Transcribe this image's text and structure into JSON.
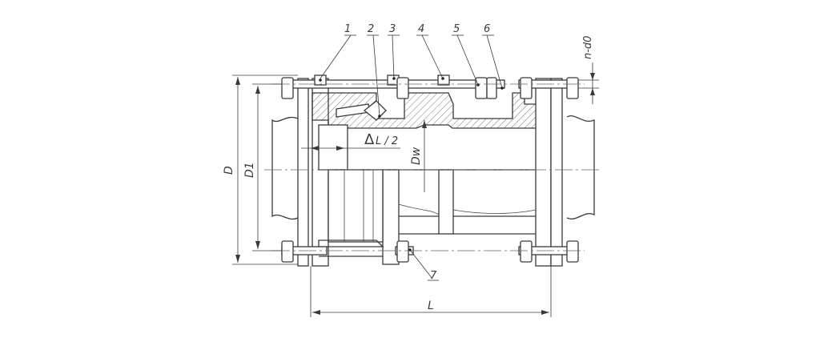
{
  "drawing": {
    "part_numbers": [
      "1",
      "2",
      "3",
      "4",
      "5",
      "6",
      "7"
    ],
    "dimensions": {
      "outer_diameter": "D",
      "bolt_circle": "D1",
      "inner_diameter": "Dw",
      "length": "L",
      "bolt_holes": "n-d0",
      "adjustment_delta": "Δ",
      "adjustment_fraction": "L / 2"
    }
  },
  "colors": {
    "line": "#3a3a3a",
    "background": "#ffffff"
  }
}
